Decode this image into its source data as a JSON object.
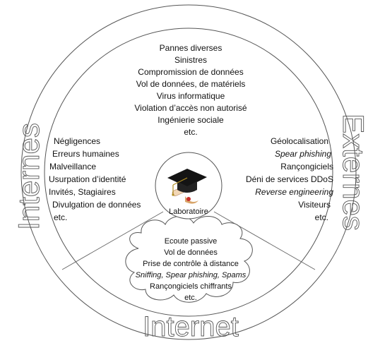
{
  "zones": {
    "left_title": "Internes",
    "right_title": "Externes",
    "bottom_title": "Internet",
    "center_label": "Laboratoire"
  },
  "top_list": [
    "Pannes diverses",
    "Sinistres",
    "Compromission de données",
    "Vol de données, de matériels",
    "Virus informatique",
    "Violation d’accès non autorisé",
    "Ingénierie sociale",
    "etc."
  ],
  "left_list": [
    "Négligences",
    "Erreurs humaines",
    "Malveillance",
    "Usurpation d’identité",
    "Invités, Stagiaires",
    "Divulgation de données",
    "etc."
  ],
  "right_list": [
    "Géolocalisation",
    "Spear phishing",
    "Rançongiciels",
    "Déni de services DDoS",
    "Reverse engineering",
    "Visiteurs",
    "etc."
  ],
  "bottom_list": [
    "Ecoute passive",
    "Vol de données",
    "Prise de contrôle à distance",
    "Sniffing, Spear phishing, Spams",
    "Rançongiciels chiffrants",
    "etc."
  ],
  "icon": "graduation-cap-diploma-icon"
}
